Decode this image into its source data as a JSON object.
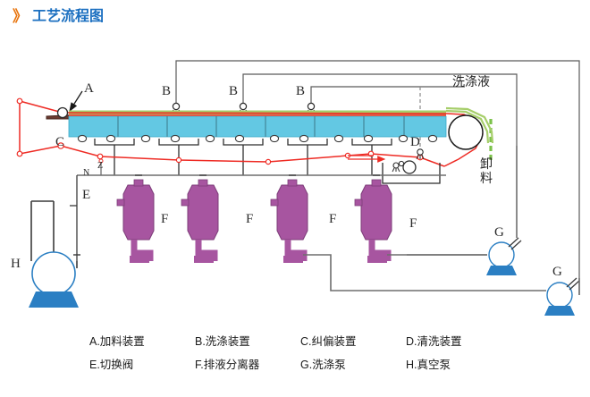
{
  "title": {
    "chevron": "》",
    "text": "工艺流程图"
  },
  "colors": {
    "title_blue": "#1B6FC0",
    "chevron_orange": "#E8740C",
    "belt_cyan": "#63C8E3",
    "belt_green": "#A6CE6A",
    "belt_red_line": "#E8543F",
    "cloth_red": "#EE2B24",
    "vessel_purple": "#A755A0",
    "pump_blue": "#2B7FC3",
    "pipe_gray": "#6E6E6E",
    "frame_gray": "#4a4a4a",
    "cake_green": "#7CC24A"
  },
  "diagram": {
    "equipment_labels": {
      "a": "A",
      "b1": "B",
      "b2": "B",
      "b3": "B",
      "c": "C",
      "d": "D",
      "e": "E",
      "f1": "F",
      "f2": "F",
      "f3": "F",
      "f4": "F",
      "g1": "G",
      "g2": "G",
      "h": "H"
    },
    "annotations": {
      "wash_liquid": "洗涤液",
      "discharge": "卸料",
      "valve_n": "N",
      "valve_z": "Z"
    }
  },
  "legend": {
    "rows": [
      [
        {
          "key": "A.",
          "name": "加料装置"
        },
        {
          "key": "B.",
          "name": "洗涤装置"
        },
        {
          "key": "C.",
          "name": "纠偏装置"
        },
        {
          "key": "D.",
          "name": "清洗装置"
        }
      ],
      [
        {
          "key": "E.",
          "name": "切换阀"
        },
        {
          "key": "F.",
          "name": "排液分离器"
        },
        {
          "key": "G.",
          "name": "洗涤泵"
        },
        {
          "key": "H.",
          "name": "真空泵"
        }
      ]
    ],
    "flat": [
      "A.加料装置",
      "B.洗涤装置",
      "C.纠偏装置",
      "D.清洗装置",
      "E.切换阀",
      "F.排液分离器",
      "G.洗涤泵",
      "H.真空泵"
    ]
  }
}
